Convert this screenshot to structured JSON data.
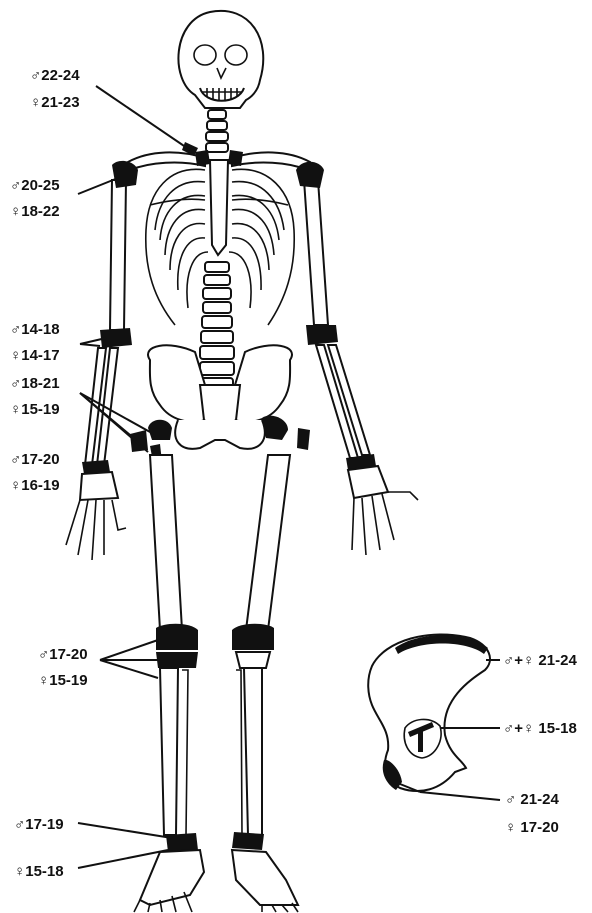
{
  "labels": {
    "clavicle": {
      "male": "♂22-24",
      "female": "♀21-23"
    },
    "humerus_head": {
      "male": "♂20-25",
      "female": "♀18-22"
    },
    "elbow": {
      "male": "♂14-18",
      "female": "♀14-17"
    },
    "hip": {
      "male": "♂18-21",
      "female": "♀15-19"
    },
    "wrist": {
      "male": "♂17-20",
      "female": "♀16-19"
    },
    "knee": {
      "male": "♂17-20",
      "female": "♀15-19"
    },
    "ankle": {
      "male": "♂17-19",
      "female": "♀15-18"
    },
    "iliac_crest": "♂+♀ 21-24",
    "acetabulum": "♂+♀ 15-18",
    "ischial_tuberosity": {
      "male": "♂ 21-24",
      "female": "♀ 17-20"
    }
  },
  "colors": {
    "ink": "#111111",
    "background": "#ffffff"
  }
}
